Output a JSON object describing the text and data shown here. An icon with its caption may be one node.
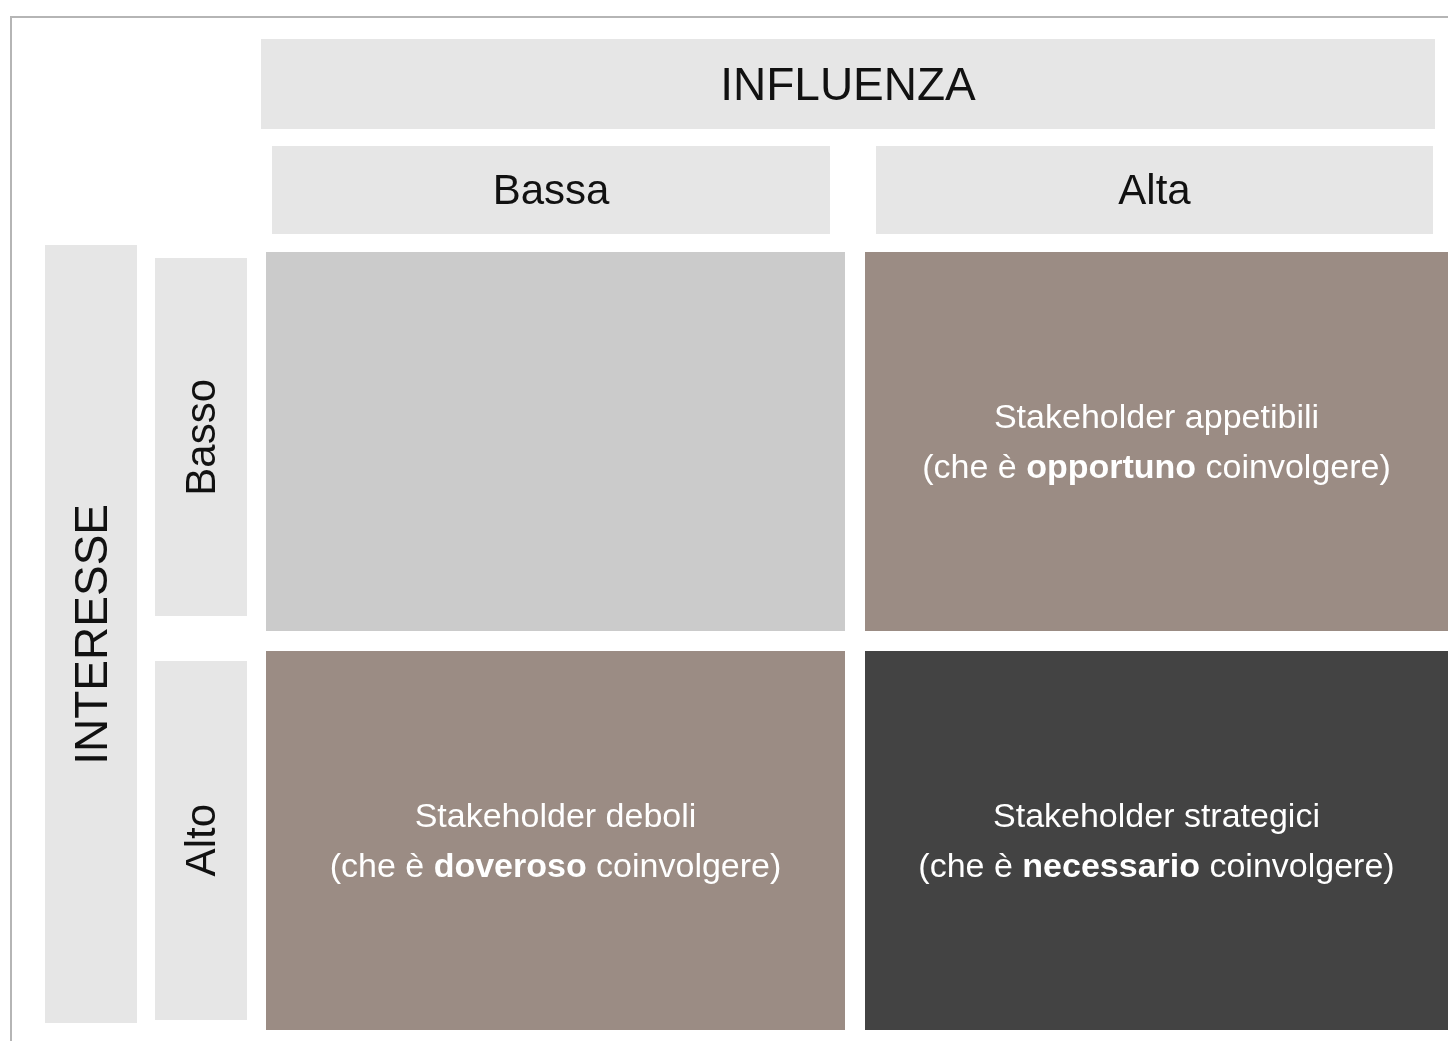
{
  "diagram": {
    "nodes": [
      {
        "text": [
          "INFLUENZA"
        ]
      },
      {
        "text": [
          "Bassa"
        ]
      },
      {
        "text": [
          "Alta"
        ]
      },
      {
        "text": [
          "INTERESSE"
        ]
      },
      {
        "text": [
          "Basso"
        ]
      },
      {
        "text": [],
        "shape": "box"
      },
      {
        "text": [
          "Stakeholder appetibili",
          "(che è **opportuno** coinvolgere)"
        ]
      },
      {
        "text": [
          "Alto"
        ]
      },
      {
        "text": [
          "Stakeholder deboli",
          "(che è **doveroso** coinvolgere)"
        ]
      },
      {
        "text": [
          "Stakeholder strategici",
          "(che è **necessario** coinvolgere)"
        ]
      }
    ]
  }
}
